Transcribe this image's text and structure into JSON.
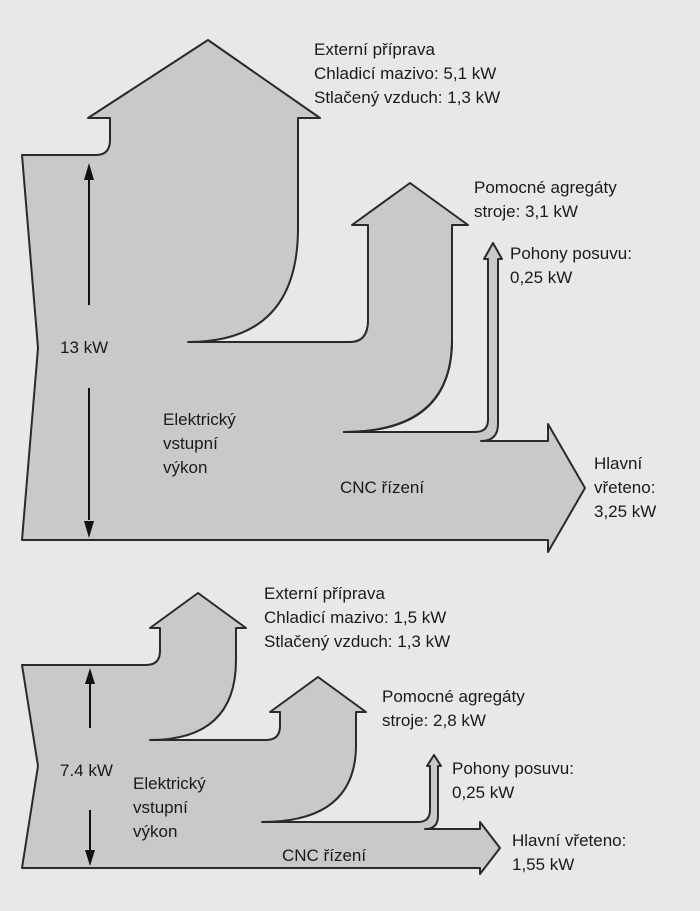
{
  "diagrams": [
    {
      "input_power": "13 kW",
      "input_label": [
        "Elektrický",
        "vstupní",
        "výkon"
      ],
      "external": [
        "Externí příprava",
        "Chladicí mazivo: 5,1 kW",
        "Stlačený vzduch: 1,3 kW"
      ],
      "auxiliary": [
        "Pomocné agregáty",
        "stroje: 3,1 kW"
      ],
      "feed": [
        "Pohony posuvu:",
        "0,25 kW"
      ],
      "cnc": "CNC řízení",
      "spindle": [
        "Hlavní",
        "vřeteno:",
        "3,25 kW"
      ]
    },
    {
      "input_power": "7.4 kW",
      "input_label": [
        "Elektrický",
        "vstupní",
        "výkon"
      ],
      "external": [
        "Externí příprava",
        "Chladicí mazivo: 1,5 kW",
        "Stlačený vzduch: 1,3 kW"
      ],
      "auxiliary": [
        "Pomocné agregáty",
        "stroje: 2,8 kW"
      ],
      "feed": [
        "Pohony posuvu:",
        "0,25 kW"
      ],
      "cnc": "CNC řízení",
      "spindle": [
        "Hlavní vřeteno:",
        "1,55 kW"
      ]
    }
  ]
}
